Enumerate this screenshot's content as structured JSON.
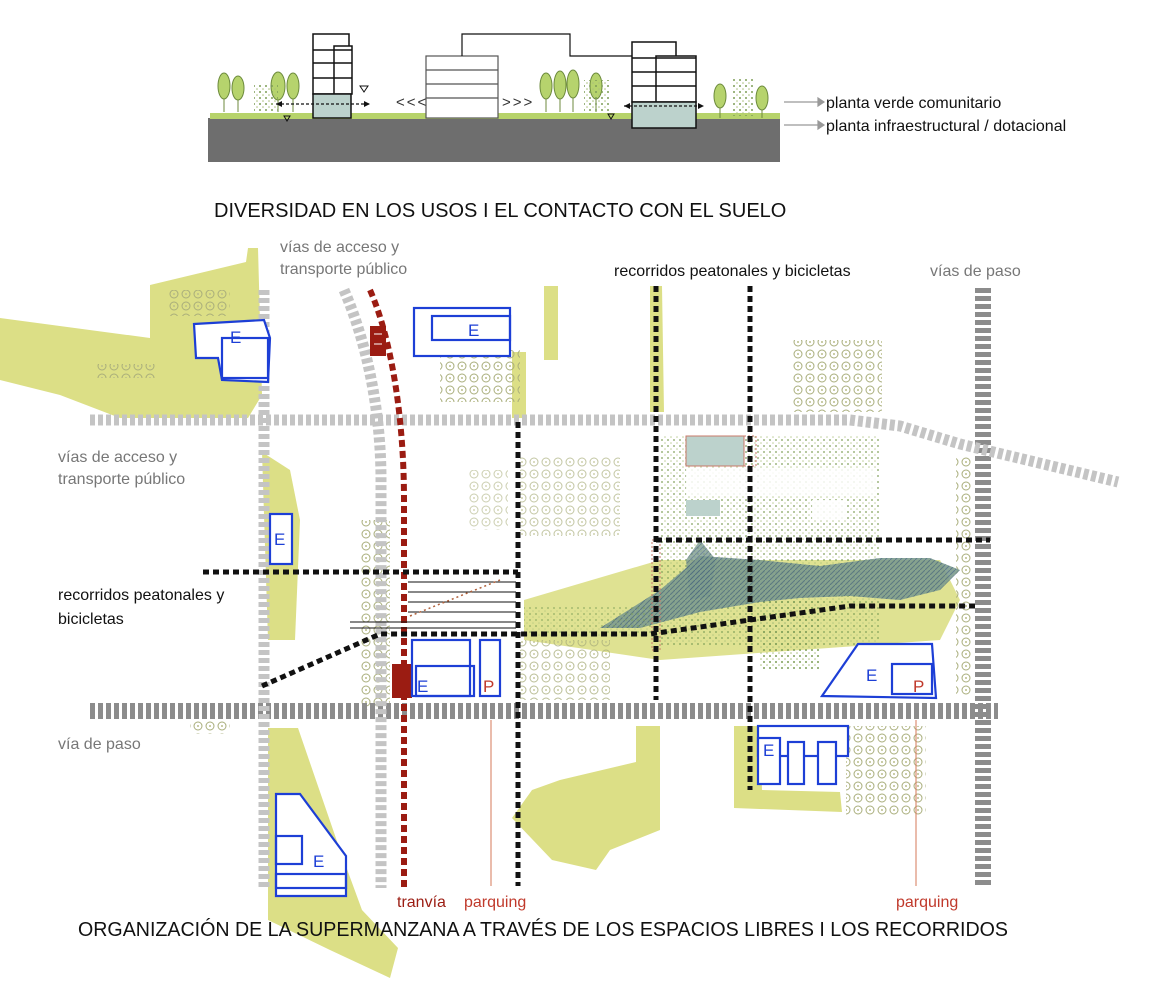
{
  "section": {
    "legend": {
      "upper": "planta verde comunitario",
      "lower": "planta infraestructural / dotacional"
    },
    "left_arrows": "<<<",
    "right_arrows": ">>>",
    "caption": "DIVERSIDAD EN LOS USOS I EL CONTACTO CON EL SUELO"
  },
  "plan": {
    "labels": {
      "access_top": [
        "vías de acceso y",
        "transporte público"
      ],
      "access_left": [
        "vías de acceso y",
        "transporte público"
      ],
      "pedestrian_top": "recorridos peatonales y bicicletas",
      "pedestrian_left": [
        "recorridos peatonales y",
        "bicicletas"
      ],
      "through_top": "vías de paso",
      "through_left": "vía de paso",
      "tram": "tranvía",
      "parking_left": "parquing",
      "parking_right": "parquing"
    },
    "marks": {
      "equipment": "E",
      "parking": "P"
    },
    "caption": "ORGANIZACIÓN DE LA SUPERMANZANA A TRAVÉS DE LOS ESPACIOS LIBRES I LOS RECORRIDOS"
  },
  "colors": {
    "green_space": "#dcdf86",
    "equipment": "#1d3fd6",
    "tram": "#9b1c12",
    "through_road": "#8c8c8c",
    "access_road": "#c4c4c4",
    "pedestrian": "#111111",
    "ground": "#6e6e6e"
  }
}
